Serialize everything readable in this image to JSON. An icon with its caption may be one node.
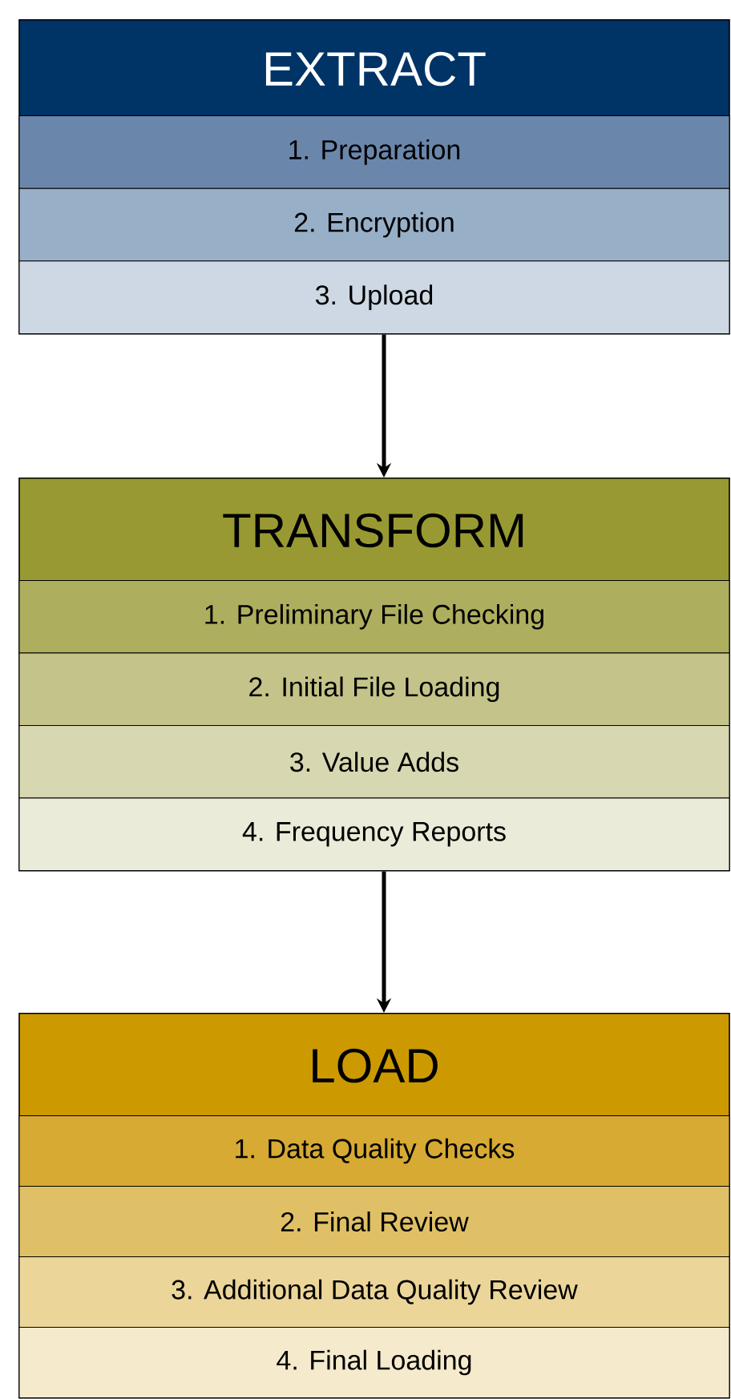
{
  "diagram": {
    "nodes": [
      {
        "text": [
          "EXTRACT"
        ]
      },
      {
        "text": [
          "1. Preparation"
        ],
        "in": 0
      },
      {
        "text": [
          "2. Encryption"
        ],
        "in": 0
      },
      {
        "text": [
          "3. Upload"
        ],
        "in": 0
      },
      {
        "text": [
          "TRANSFORM"
        ]
      },
      {
        "text": [
          "1. Preliminary File Checking"
        ],
        "in": 4
      },
      {
        "text": [
          "2. Initial File Loading"
        ],
        "in": 4
      },
      {
        "text": [
          "3. Value Adds"
        ],
        "in": 4
      },
      {
        "text": [
          "4. Frequency Reports"
        ],
        "in": 4
      },
      {
        "text": [
          "LOAD"
        ]
      },
      {
        "text": [
          "1. Data Quality Checks"
        ],
        "in": 9
      },
      {
        "text": [
          "2. Final Review"
        ],
        "in": 9
      },
      {
        "text": [
          "3. Additional Data Quality Review"
        ],
        "in": 9
      },
      {
        "text": [
          "4. Final Loading"
        ],
        "in": 9
      }
    ],
    "edges": [
      {
        "from": 0,
        "to": 4,
        "arrow": "to"
      },
      {
        "from": 4,
        "to": 9,
        "arrow": "to"
      }
    ]
  }
}
